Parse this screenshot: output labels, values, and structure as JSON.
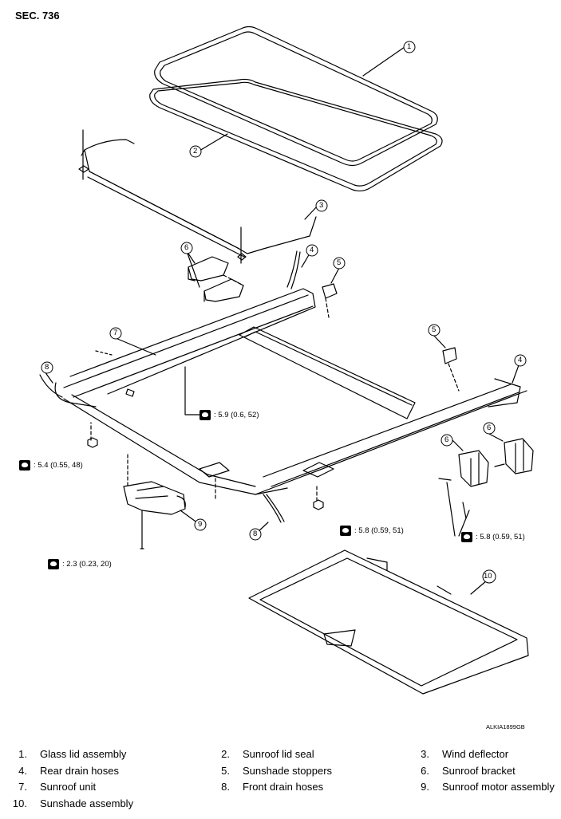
{
  "section": "SEC. 736",
  "figure_id": "ALKIA1899GB",
  "callouts": [
    "1",
    "2",
    "3",
    "4",
    "5",
    "6",
    "7",
    "8",
    "9",
    "10"
  ],
  "torques": {
    "t1": ": 5.9 (0.6, 52)",
    "t2": ": 5.4 (0.55, 48)",
    "t3": ": 5.8 (0.59, 51)",
    "t4": ": 5.8 (0.59, 51)",
    "t5": ": 2.3 (0.23, 20)"
  },
  "legend": [
    {
      "num": "1.",
      "label": "Glass lid assembly"
    },
    {
      "num": "2.",
      "label": "Sunroof lid seal"
    },
    {
      "num": "3.",
      "label": "Wind deflector"
    },
    {
      "num": "4.",
      "label": "Rear drain hoses"
    },
    {
      "num": "5.",
      "label": "Sunshade stoppers"
    },
    {
      "num": "6.",
      "label": "Sunroof bracket"
    },
    {
      "num": "7.",
      "label": "Sunroof unit"
    },
    {
      "num": "8.",
      "label": "Front drain hoses"
    },
    {
      "num": "9.",
      "label": "Sunroof motor assembly"
    },
    {
      "num": "10.",
      "label": "Sunshade assembly"
    }
  ]
}
